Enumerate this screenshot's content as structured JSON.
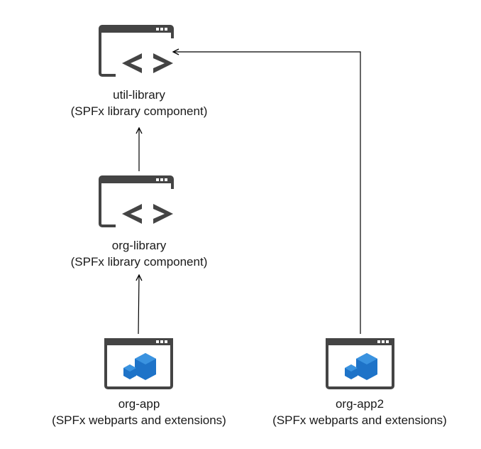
{
  "nodes": {
    "util_library": {
      "name": "util-library",
      "type": "(SPFx library component)",
      "icon": "code-window-icon"
    },
    "org_library": {
      "name": "org-library",
      "type": "(SPFx library component)",
      "icon": "code-window-icon"
    },
    "org_app": {
      "name": "org-app",
      "type": "(SPFx webparts and extensions)",
      "icon": "cube-window-icon"
    },
    "org_app2": {
      "name": "org-app2",
      "type": "(SPFx webparts and extensions)",
      "icon": "cube-window-icon"
    }
  },
  "edges": [
    {
      "from": "org-library",
      "to": "util-library"
    },
    {
      "from": "org-app",
      "to": "org-library"
    },
    {
      "from": "org-app2",
      "to": "util-library"
    }
  ],
  "colors": {
    "window_frame": "#444444",
    "cube_blue": "#1e73c8",
    "cube_light": "#3a93e0",
    "arrow": "#000000"
  }
}
